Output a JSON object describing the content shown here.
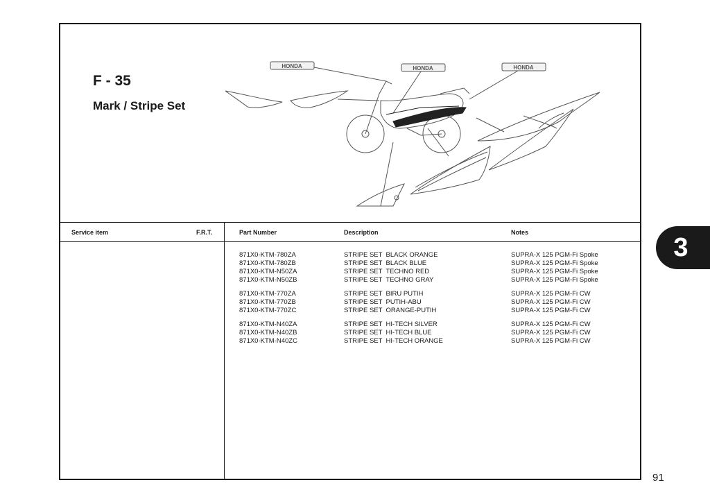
{
  "header": {
    "code": "F - 35",
    "title": "Mark / Stripe Set"
  },
  "diagram": {
    "logo_text": [
      "HONDA",
      "HONDA",
      "HONDA"
    ]
  },
  "table": {
    "columns": {
      "service_item": "Service item",
      "frt": "F.R.T.",
      "part_number": "Part Number",
      "description": "Description",
      "notes": "Notes"
    },
    "groups": [
      [
        {
          "part": "871X0-KTM-780ZA",
          "desc": "STRIPE SET  BLACK ORANGE",
          "note": "SUPRA-X 125 PGM-Fi Spoke"
        },
        {
          "part": "871X0-KTM-780ZB",
          "desc": "STRIPE SET  BLACK BLUE",
          "note": "SUPRA-X 125 PGM-Fi Spoke"
        },
        {
          "part": "871X0-KTM-N50ZA",
          "desc": "STRIPE SET  TECHNO RED",
          "note": "SUPRA-X 125 PGM-Fi Spoke"
        },
        {
          "part": "871X0-KTM-N50ZB",
          "desc": "STRIPE SET  TECHNO GRAY",
          "note": "SUPRA-X 125 PGM-Fi Spoke"
        }
      ],
      [
        {
          "part": "871X0-KTM-770ZA",
          "desc": "STRIPE SET  BIRU PUTIH",
          "note": "SUPRA-X 125 PGM-Fi CW"
        },
        {
          "part": "871X0-KTM-770ZB",
          "desc": "STRIPE SET  PUTIH-ABU",
          "note": "SUPRA-X 125 PGM-Fi CW"
        },
        {
          "part": "871X0-KTM-770ZC",
          "desc": "STRIPE SET  ORANGE-PUTIH",
          "note": "SUPRA-X 125 PGM-Fi CW"
        }
      ],
      [
        {
          "part": "871X0-KTM-N40ZA",
          "desc": "STRIPE SET  HI-TECH SILVER",
          "note": "SUPRA-X 125 PGM-Fi CW"
        },
        {
          "part": "871X0-KTM-N40ZB",
          "desc": "STRIPE SET  HI-TECH BLUE",
          "note": "SUPRA-X 125 PGM-Fi CW"
        },
        {
          "part": "871X0-KTM-N40ZC",
          "desc": "STRIPE SET  HI-TECH ORANGE",
          "note": "SUPRA-X 125 PGM-Fi CW"
        }
      ]
    ]
  },
  "section_tab": "3",
  "page_number": "91",
  "colors": {
    "ink": "#1a1a1a",
    "paper": "#ffffff",
    "line_art": "#555555"
  }
}
